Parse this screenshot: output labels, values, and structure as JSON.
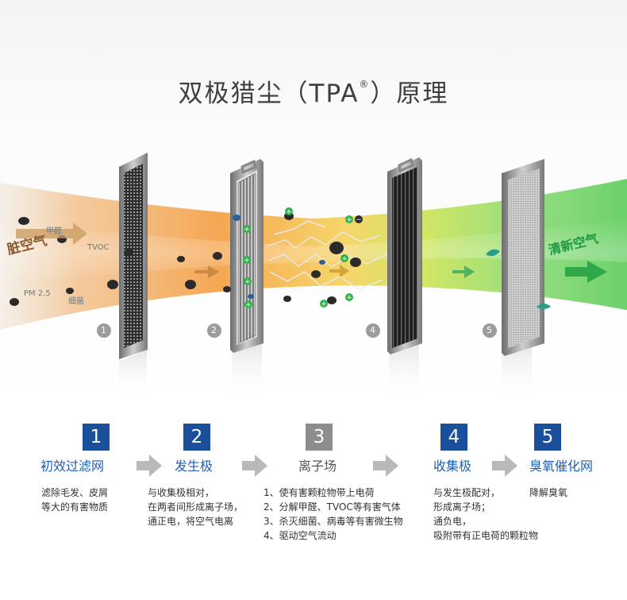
{
  "title": {
    "main": "双极猎尘（TPA",
    "reg": "®",
    "tail": "）原理"
  },
  "scene": {
    "dirty_air": "脏空气",
    "clean_air": "清新空气",
    "pollutants": [
      "甲醛",
      "TVOC",
      "PM 2.5",
      "细菌"
    ],
    "filter_numbers": [
      "1",
      "2",
      "4",
      "5"
    ]
  },
  "steps": [
    {
      "num": "1",
      "title": "初效过滤网",
      "style": "blue",
      "desc": [
        "滤除毛发、皮屑",
        "等大的有害物质"
      ]
    },
    {
      "num": "2",
      "title": "发生极",
      "style": "blue",
      "desc": [
        "与收集极相对，",
        "在两者间形成离子场，",
        "通正电，将空气电离"
      ]
    },
    {
      "num": "3",
      "title": "离子场",
      "style": "gray",
      "desc": [
        "1、使有害颗粒物带上电荷",
        "2、分解甲醛、TVOC等有害气体",
        "3、杀灭细菌、病毒等有害微生物",
        "4、驱动空气流动"
      ]
    },
    {
      "num": "4",
      "title": "收集极",
      "style": "blue",
      "desc": [
        "与发生极配对，",
        "形成离子场；",
        "通负电，",
        "吸附带有正电荷的颗粒物"
      ]
    },
    {
      "num": "5",
      "title": "臭氧催化网",
      "style": "blue",
      "desc": [
        "降解臭氧"
      ]
    }
  ],
  "colors": {
    "blue_box": "#1a4f9c",
    "blue_text": "#1d5fb6",
    "gray_box": "#8d8d8d",
    "orange": "#f4a14a",
    "green": "#5ccc5a"
  }
}
